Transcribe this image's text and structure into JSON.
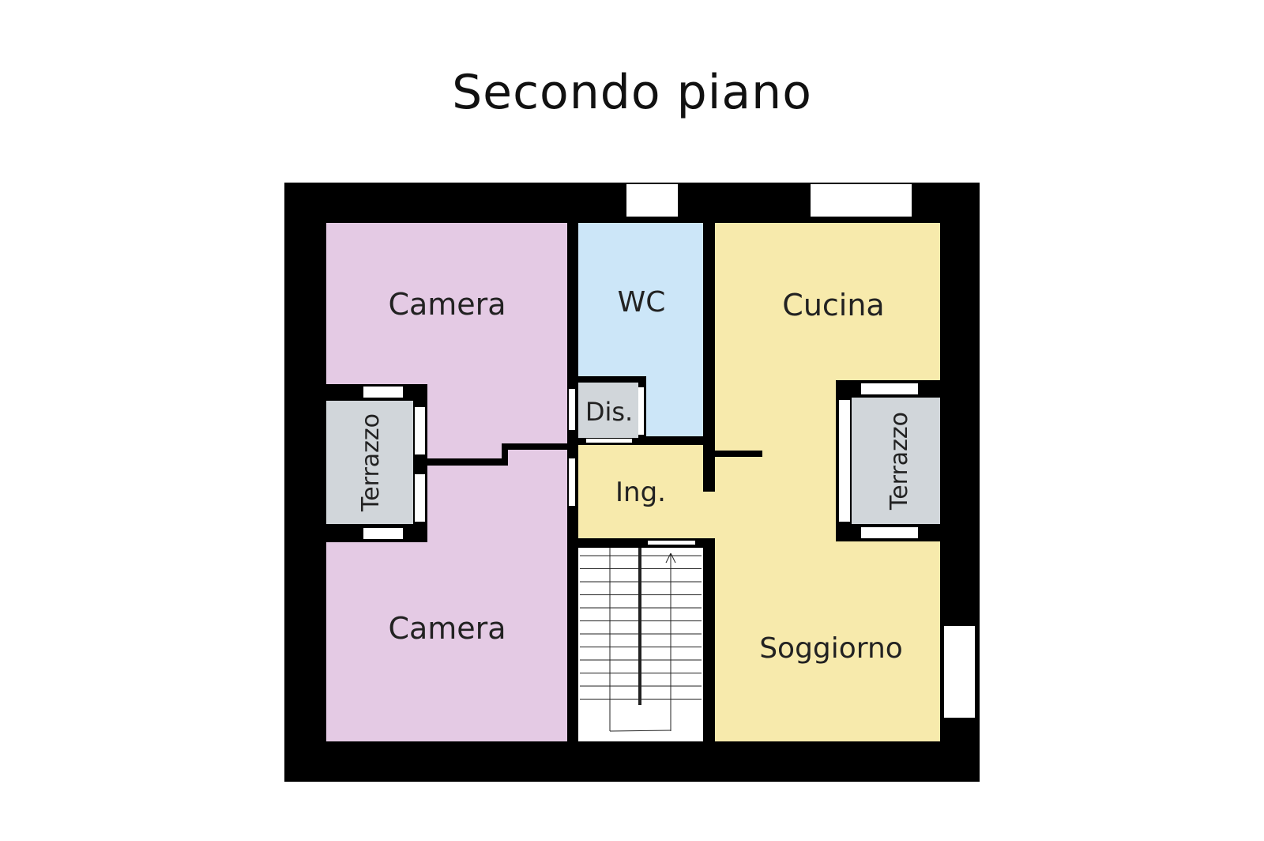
{
  "title": "Secondo piano",
  "colors": {
    "wall": "#000000",
    "camera": "#e4cae4",
    "wc": "#cce6f8",
    "living": "#f7eaac",
    "terrazzo": "#d1d6da",
    "opening": "#ffffff",
    "stairs_line": "#222222"
  },
  "rooms": {
    "camera_top": "Camera",
    "camera_bottom": "Camera",
    "wc": "WC",
    "dis": "Dis.",
    "ing": "Ing.",
    "cucina": "Cucina",
    "soggiorno": "Soggiorno",
    "terrazzo_left": "Terrazzo",
    "terrazzo_right": "Terrazzo"
  }
}
